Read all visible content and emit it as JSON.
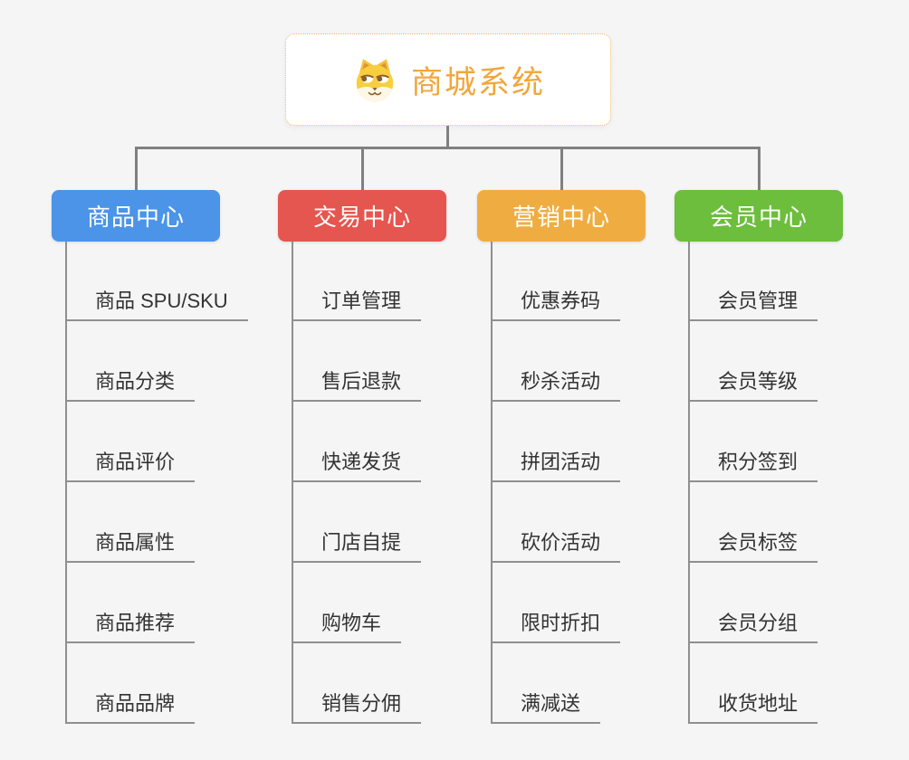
{
  "root": {
    "title": "商城系统",
    "icon": "dog-face-icon"
  },
  "branches": [
    {
      "label": "商品中心",
      "color": "#4B94E8",
      "children": [
        "商品 SPU/SKU",
        "商品分类",
        "商品评价",
        "商品属性",
        "商品推荐",
        "商品品牌"
      ]
    },
    {
      "label": "交易中心",
      "color": "#E4564F",
      "children": [
        "订单管理",
        "售后退款",
        "快递发货",
        "门店自提",
        "购物车",
        "销售分佣"
      ]
    },
    {
      "label": "营销中心",
      "color": "#EFAD41",
      "children": [
        "优惠券码",
        "秒杀活动",
        "拼团活动",
        "砍价活动",
        "限时折扣",
        "满减送"
      ]
    },
    {
      "label": "会员中心",
      "color": "#6CBE3C",
      "children": [
        "会员管理",
        "会员等级",
        "积分签到",
        "会员标签",
        "会员分组",
        "收货地址"
      ]
    }
  ],
  "colors": {
    "background": "#F5F5F5",
    "connector": "#808080",
    "leaf_line": "#8F8F8F",
    "root_accent": "#F2A63D",
    "root_border": "#EFB769",
    "leaf_text": "#333333"
  }
}
